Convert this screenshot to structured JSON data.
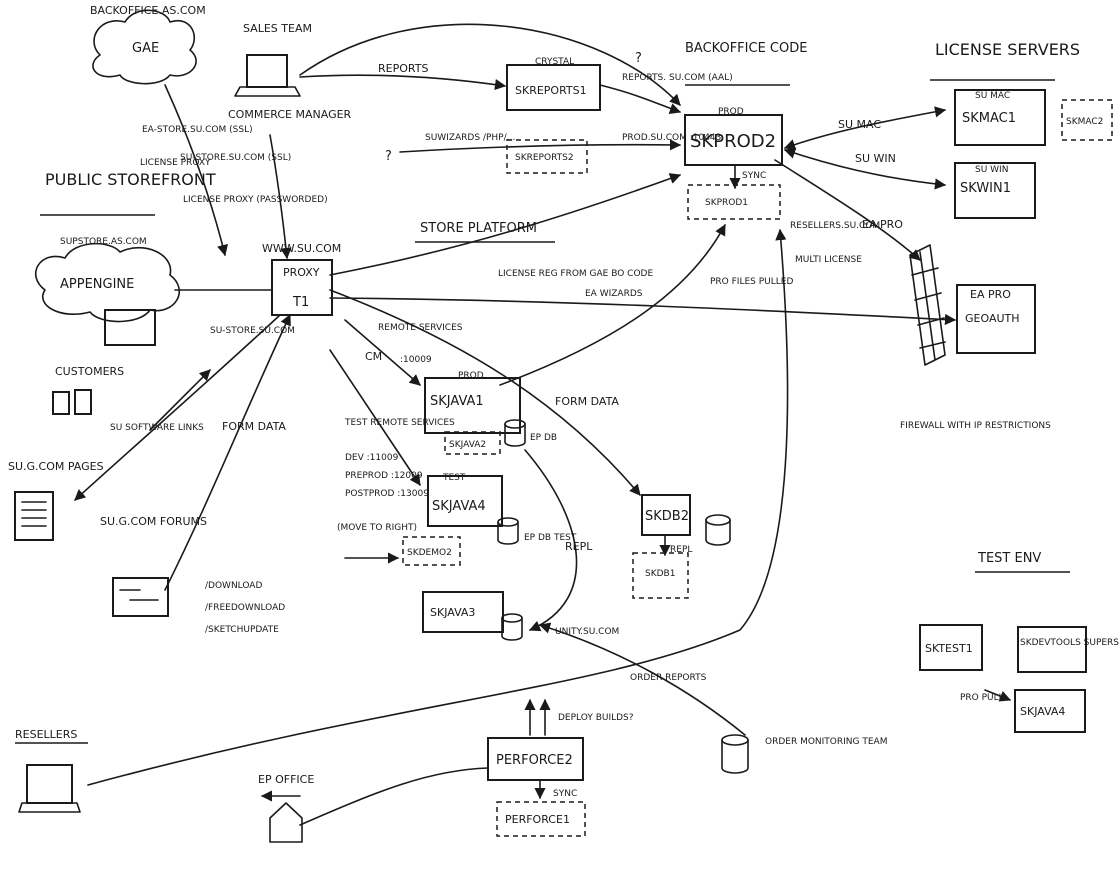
{
  "labels": {
    "backoffice_as": "BACKOFFICE.AS.COM",
    "gae": "GAE",
    "sales_team": "SALES TEAM",
    "commerce_manager": "COMMERCE MANAGER",
    "reports": "REPORTS",
    "crystal": "CRYSTAL",
    "skreports1": "SKREPORTS1",
    "skreports2": "SKREPORTS2",
    "q_top": "?",
    "reports_su_aal": "REPORTS. SU.COM (AAL)",
    "backoffice_code": "BACKOFFICE CODE",
    "license_servers": "LICENSE SERVERS",
    "su_mac": "SU MAC",
    "skmac1": "SKMAC1",
    "skmac2": "SKMAC2",
    "su_mac_arrow": "SU MAC",
    "su_win_box": "SU WIN",
    "skwin1": "SKWIN1",
    "su_win_arrow": "SU WIN",
    "ea_store": "EA-STORE.SU.COM (SSL)",
    "su_store_ssl": "SU-STORE.SU.COM (SSL)",
    "license_proxy": "LICENSE PROXY",
    "license_proxy2": "LICENSE PROXY (PASSWORDED)",
    "suwizards": "SUWIZARDS /PHP/...",
    "q_mid": "?",
    "prod_su": "PROD.SU.COM :10443",
    "prod": "PROD",
    "skprod2": "SKPROD2",
    "sync": "SYNC",
    "skprod1": "SKPROD1",
    "public_storefront": "PUBLIC STOREFRONT",
    "store_platform": "STORE PLATFORM",
    "ea_pro_arrow": "EA PRO",
    "resellers_su": "RESELLERS.SU.COM",
    "multi_license": "MULTI LICENSE",
    "supstore": "SUPSTORE.AS.COM",
    "appengine": "APPENGINE",
    "www_su": "WWW.SU.COM",
    "proxy": "PROXY",
    "t1": "T1",
    "license_reg": "LICENSE REG FROM GAE BO CODE",
    "ea_wizards": "EA WIZARDS",
    "pro_files": "PRO FILES PULLED",
    "ea_pro": "EA PRO",
    "geoauth": "GEOAUTH",
    "firewall": "FIREWALL WITH IP RESTRICTIONS",
    "customers": "CUSTOMERS",
    "su_store": "SU-STORE.SU.COM",
    "remote_services": "REMOTE SERVICES",
    "cm": "CM",
    "port_10009": ":10009",
    "prod_box": "PROD",
    "skjava1": "SKJAVA1",
    "skjava2": "SKJAVA2",
    "ep_db": "EP DB",
    "form_data_right": "FORM DATA",
    "su_software_links": "SU SOFTWARE LINKS",
    "form_data_left": "FORM DATA",
    "test_remote": "TEST REMOTE SERVICES",
    "dev": "DEV :11009",
    "preprod": "PREPROD :12009",
    "postprod": "POSTPROD :13009",
    "test": "TEST",
    "skjava4": "SKJAVA4",
    "ep_db_test": "EP DB TEST",
    "move_to_right": "(MOVE TO RIGHT)",
    "skdemo": "SKDEMO2",
    "skdb2": "SKDB2",
    "repl_small": "REPL",
    "skdb1": "SKDB1",
    "repl": "REPL",
    "sug_pages": "SU.G.COM PAGES",
    "sug_forums": "SU.G.COM FORUMS",
    "download": "/DOWNLOAD",
    "freedownload": "/FREEDOWNLOAD",
    "sketchupdate": "/SKETCHUPDATE",
    "skjava3": "SKJAVA3",
    "unity_su": "UNITY.SU.COM",
    "order_reports": "ORDER REPORTS",
    "test_env": "TEST ENV",
    "sktest1": "SKTEST1",
    "skdevtools": "SKDEVTOOLS SUPERS",
    "pro_pull": "PRO PULL",
    "skjava4_test": "SKJAVA4",
    "resellers": "RESELLERS",
    "ep_office": "EP OFFICE",
    "deploy_builds": "DEPLOY BUILDS?",
    "perforce2": "PERFORCE2",
    "sync_p": "SYNC",
    "perforce1": "PERFORCE1",
    "order_monitoring": "ORDER MONITORING TEAM"
  }
}
